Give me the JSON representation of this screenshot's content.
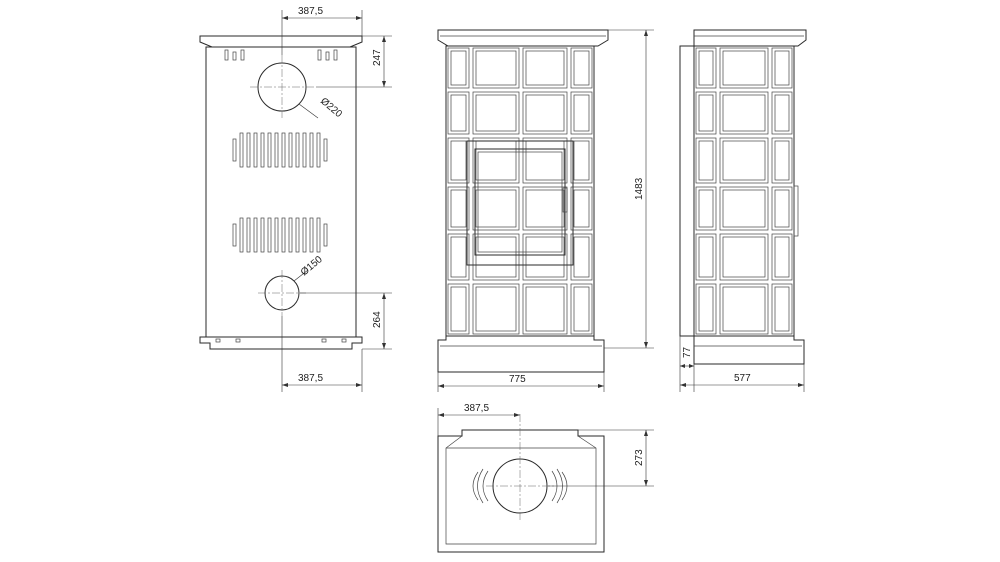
{
  "dimensions": {
    "back_center_top": "387,5",
    "back_flue_height": "247",
    "back_flue_diameter": "Ø220",
    "back_air_diameter": "Ø150",
    "back_air_height": "264",
    "back_center_bottom": "387,5",
    "front_total_height": "1483",
    "front_width": "775",
    "side_offset": "77",
    "side_depth": "577",
    "top_center": "387,5",
    "top_flue_offset": "273"
  }
}
